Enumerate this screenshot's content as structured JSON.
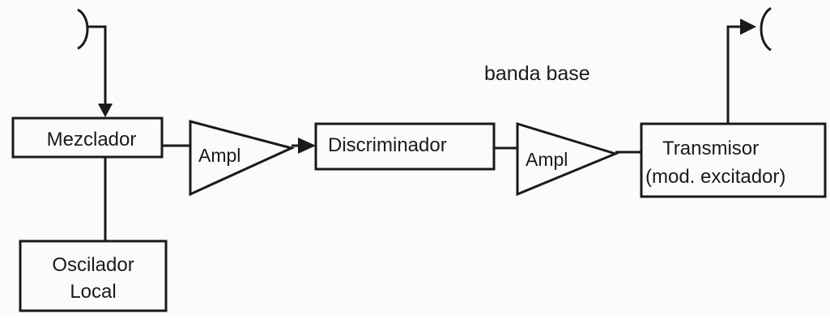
{
  "diagram": {
    "blocks": {
      "mezclador": "Mezclador",
      "oscilador_line1": "Oscilador",
      "oscilador_line2": "Local",
      "ampl1": "Ampl",
      "discriminador": "Discriminador",
      "ampl2": "Ampl",
      "transmisor_line1": "Transmisor",
      "transmisor_line2": "(mod. excitador)"
    },
    "labels": {
      "banda_base": "banda base"
    },
    "colors": {
      "ink": "#1a1a1a",
      "background": "#fbfbf9"
    }
  }
}
